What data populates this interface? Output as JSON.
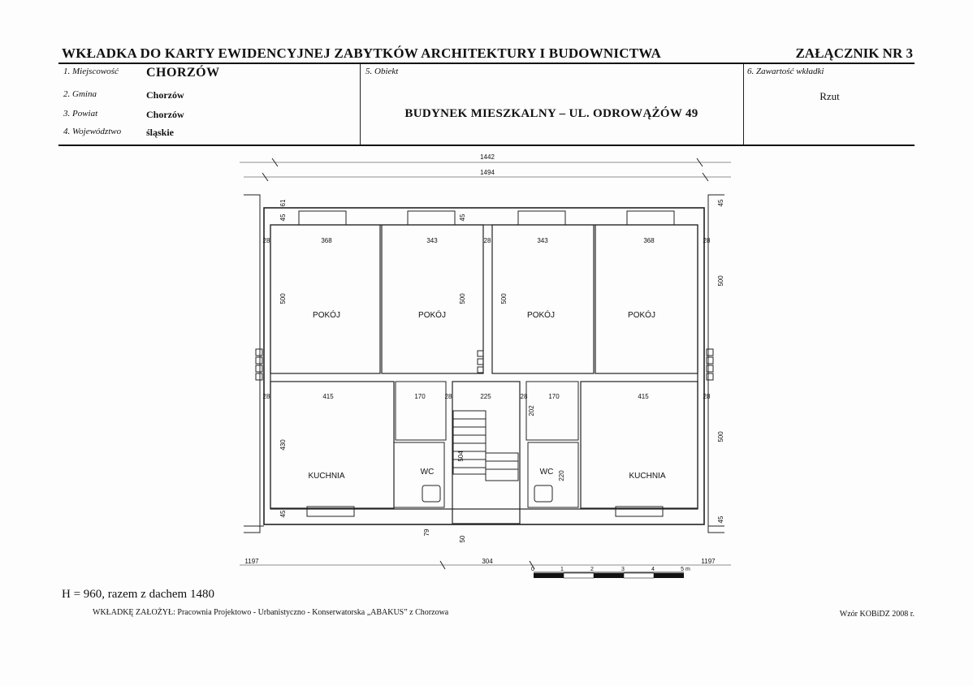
{
  "header": {
    "title": "WKŁADKA DO KARTY EWIDENCYJNEJ ZABYTKÓW ARCHITEKTURY I BUDOWNICTWA",
    "annex": "ZAŁĄCZNIK NR 3"
  },
  "fields": {
    "locality_label": "1. Miejscowość",
    "locality_value": "CHORZÓW",
    "commune_label": "2. Gmina",
    "commune_value": "Chorzów",
    "county_label": "3. Powiat",
    "county_value": "Chorzów",
    "voivodeship_label": "4. Województwo",
    "voivodeship_value": "śląskie",
    "object_label": "5. Obiekt",
    "object_value": "BUDYNEK MIESZKALNY – UL. ODROWĄŻÓW 49",
    "content_label": "6. Zawartość wkładki",
    "content_value": "Rzut"
  },
  "plan": {
    "rooms": {
      "room1": "POKÓJ",
      "room2": "POKÓJ",
      "room3": "POKÓJ",
      "room4": "POKÓJ",
      "kitchen_left": "KUCHNIA",
      "kitchen_right": "KUCHNIA",
      "wc_left": "WC",
      "wc_right": "WC"
    },
    "dims": {
      "overall_inner": "1442",
      "overall_outer": "1494",
      "room1_width": "368",
      "room2_width": "343",
      "room3_width": "343",
      "room4_width": "368",
      "room_depth_left": "500",
      "room_depth_mid_left": "500",
      "room_depth_mid_right": "500",
      "room_depth_right": "500",
      "kitchen_left_width": "415",
      "kitchen_right_width": "415",
      "wc_left_width": "170",
      "wc_right_width": "170",
      "stair_width": "225",
      "kitchen_left_depth": "430",
      "kitchen_right_depth": "500",
      "stair_depth": "504",
      "wc_right_depth": "220",
      "hall_depth": "202",
      "wall_28": "28",
      "wall_45": "45",
      "wall_61": "61",
      "wall_79": "79",
      "wall_50": "50",
      "bottom_left": "1197",
      "bottom_mid": "304",
      "bottom_right": "1197"
    },
    "scale": {
      "ticks": [
        "0",
        "1",
        "2",
        "3",
        "4",
        "5 m"
      ]
    }
  },
  "footer": {
    "height_note": "H = 960, razem z dachem 1480",
    "author": "WKŁADKĘ ZAŁOŻYŁ: Pracownia Projektowo - Urbanistyczno - Konserwatorska „ABAKUS” z Chorzowa",
    "model": "Wzór KOBiDZ 2008 r."
  }
}
